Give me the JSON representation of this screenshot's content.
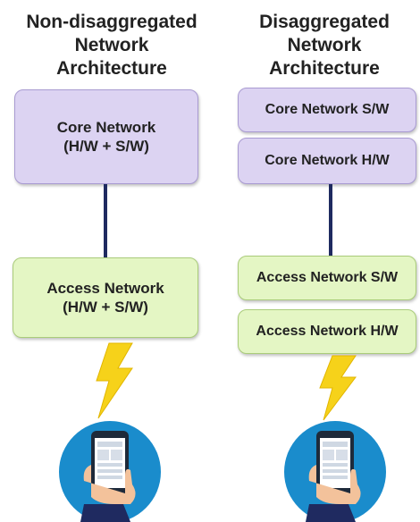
{
  "left": {
    "title": [
      "Non-disaggregated",
      "Network",
      "Architecture"
    ],
    "core": {
      "line1": "Core Network",
      "line2": "(H/W + S/W)"
    },
    "access": {
      "line1": "Access Network",
      "line2": "(H/W + S/W)"
    }
  },
  "right": {
    "title": [
      "Disaggregated",
      "Network",
      "Architecture"
    ],
    "core_sw": "Core Network S/W",
    "core_hw": "Core Network H/W",
    "access_sw": "Access Network S/W",
    "access_hw": "Access Network H/W"
  },
  "colors": {
    "core_fill": "#dcd3f2",
    "access_fill": "#e4f6c4",
    "link": "#1f2a60",
    "bolt": "#f6d21a",
    "phone_circle": "#1a8ccc"
  },
  "icons": [
    "lightning-bolt-icon",
    "hand-smartphone-icon"
  ]
}
